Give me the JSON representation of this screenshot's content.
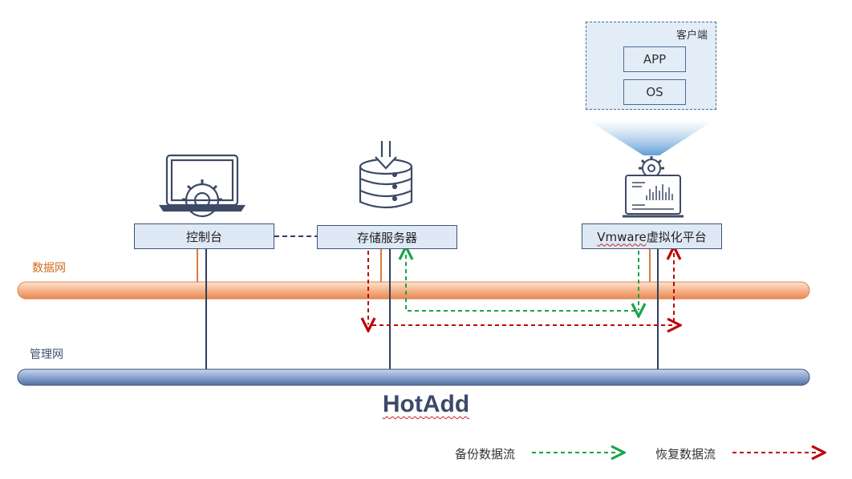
{
  "client": {
    "title": "客户端",
    "items": [
      "APP",
      "OS"
    ]
  },
  "nodes": {
    "console": "控制台",
    "storage": "存储服务器",
    "vmware_prefix": "Vmware",
    "vmware_suffix": "虚拟化平台"
  },
  "networks": {
    "data": "数据网",
    "management": "管理网"
  },
  "title": "HotAdd",
  "legend": {
    "backup": "备份数据流",
    "restore": "恢复数据流"
  },
  "colors": {
    "data_network": "#f0a070",
    "management_network": "#5a75a8",
    "backup_flow": "#19a34a",
    "restore_flow": "#c00000",
    "box_fill": "#dfe9f6",
    "box_border": "#3d5272"
  },
  "icons": {
    "console": "laptop-gear-icon",
    "storage": "database-download-icon",
    "vmware": "gear-monitor-icon"
  }
}
